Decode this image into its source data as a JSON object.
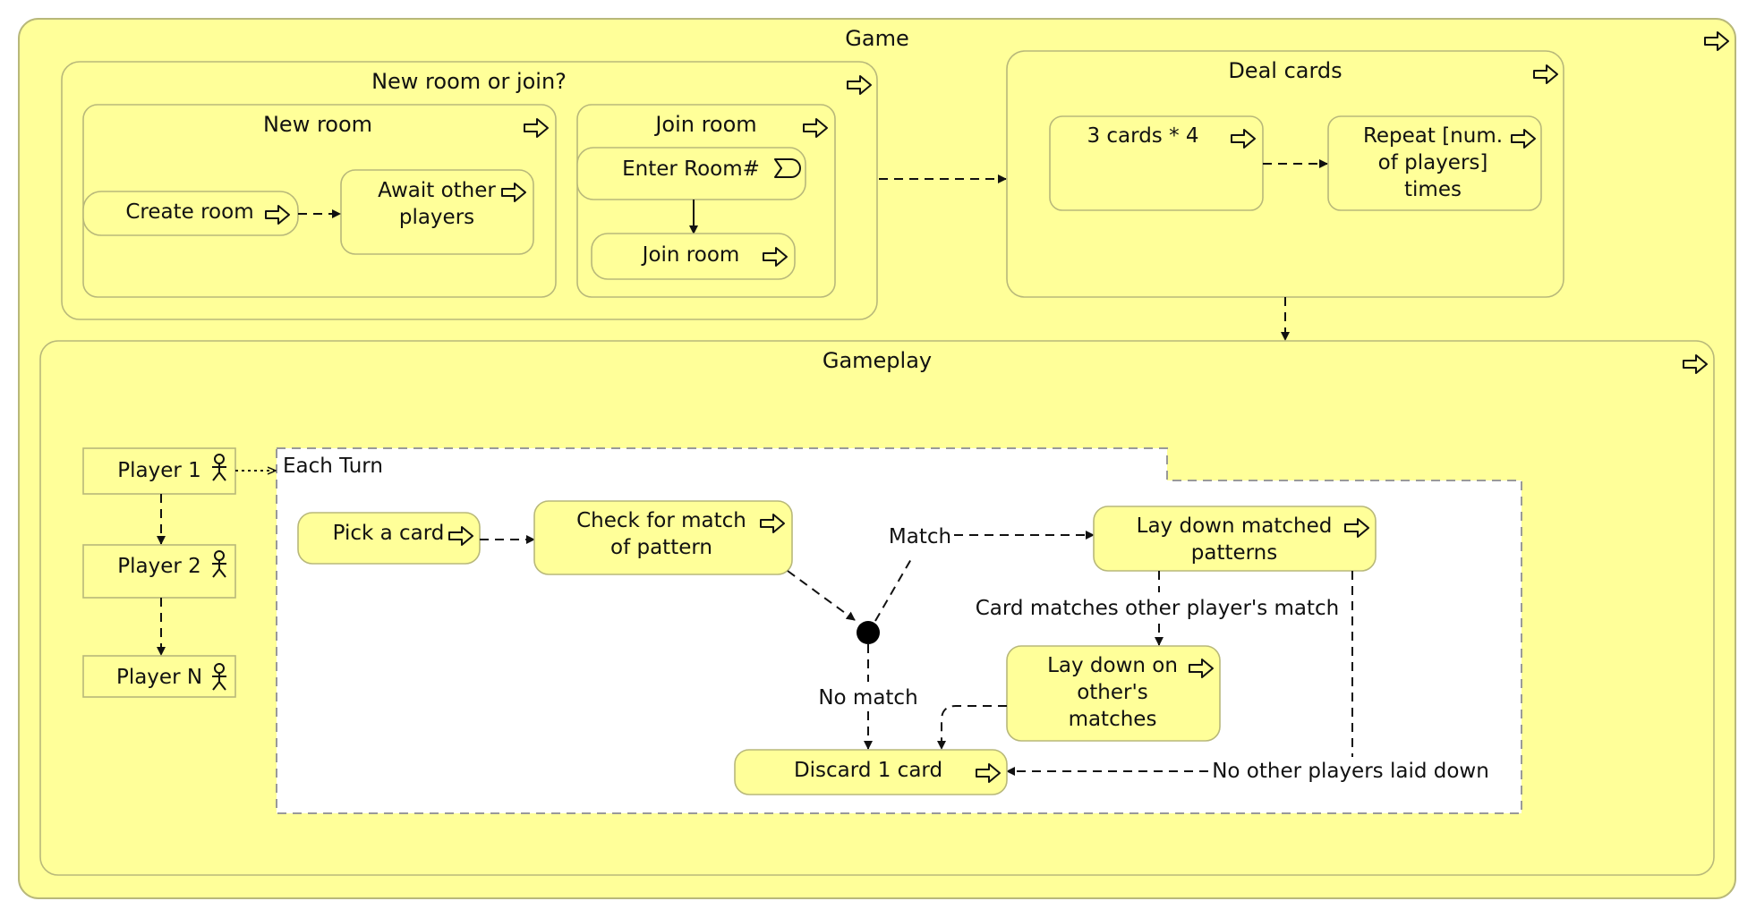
{
  "game": {
    "title": "Game",
    "new_or_join": {
      "title": "New room or join?",
      "new_room": {
        "title": "New room",
        "create_room": "Create room",
        "await_line1": "Await other",
        "await_line2": "players"
      },
      "join_room": {
        "title": "Join room",
        "enter_room": "Enter Room#",
        "join_room": "Join room"
      }
    },
    "deal_cards": {
      "title": "Deal cards",
      "cards": "3 cards * 4",
      "repeat_line1": "Repeat [num.",
      "repeat_line2": "of players]",
      "repeat_line3": "times"
    },
    "gameplay": {
      "title": "Gameplay",
      "players": [
        "Player 1",
        "Player 2",
        "Player N"
      ],
      "each_turn": "Each Turn",
      "pick_card": "Pick a card",
      "check_line1": "Check for match",
      "check_line2": "of pattern",
      "match": "Match",
      "no_match": "No match",
      "lay_down_line1": "Lay down matched",
      "lay_down_line2": "patterns",
      "card_matches": "Card matches other player's match",
      "lay_other_line1": "Lay down on",
      "lay_other_line2": "other's",
      "lay_other_line3": "matches",
      "discard": "Discard 1 card",
      "no_other": "No other players laid down"
    }
  }
}
